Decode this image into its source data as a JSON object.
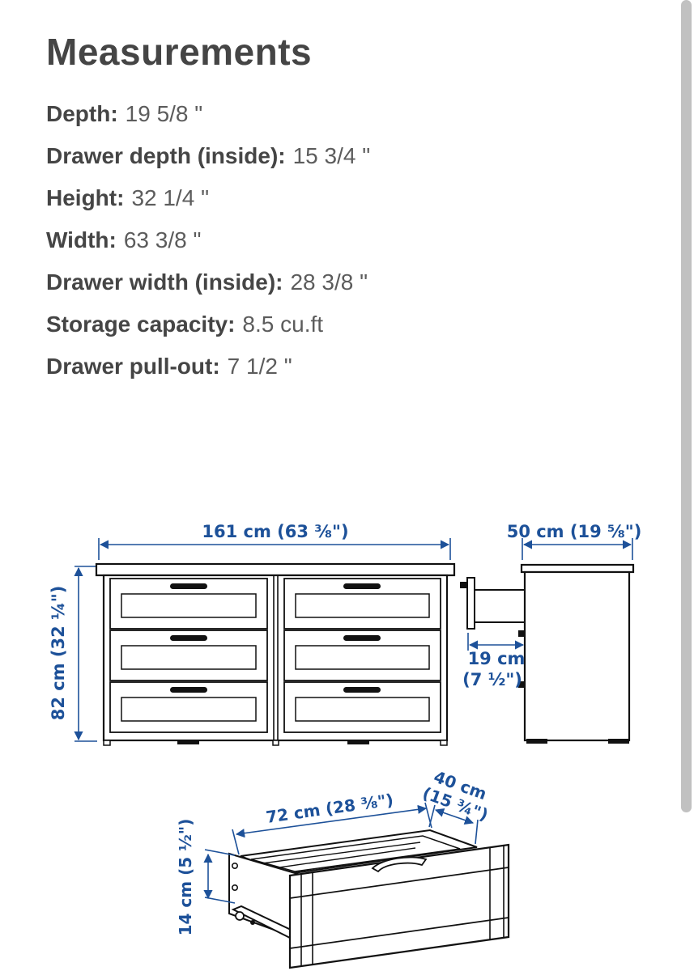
{
  "page": {
    "title": "Measurements"
  },
  "measurements": [
    {
      "label": "Depth:",
      "value": "19 5/8 \""
    },
    {
      "label": "Drawer depth (inside):",
      "value": "15 3/4 \""
    },
    {
      "label": "Height:",
      "value": "32 1/4 \""
    },
    {
      "label": "Width:",
      "value": "63 3/8 \""
    },
    {
      "label": "Drawer width (inside):",
      "value": "28 3/8 \""
    },
    {
      "label": "Storage capacity:",
      "value": "8.5 cu.ft"
    },
    {
      "label": "Drawer pull-out:",
      "value": "7 1/2 \""
    }
  ],
  "diagram": {
    "width_label": "161 cm (63 ⅜\")",
    "depth_label": "50 cm (19 ⅝\")",
    "height_label": "82 cm (32 ¼\")",
    "pullout_label_line1": "19 cm",
    "pullout_label_line2": "(7 ½\")",
    "drawer_width_label": "72 cm (28 ⅜\")",
    "drawer_depth_label_line1": "40 cm",
    "drawer_depth_label_line2": "(15 ¾\")",
    "drawer_height_label": "14 cm (5 ½\")"
  },
  "colors": {
    "dimension_blue": "#1d5199",
    "heading_text": "#454545",
    "value_text": "#5c5c5c",
    "line_black": "#111111",
    "scrollbar_thumb": "#c1c1c1"
  }
}
